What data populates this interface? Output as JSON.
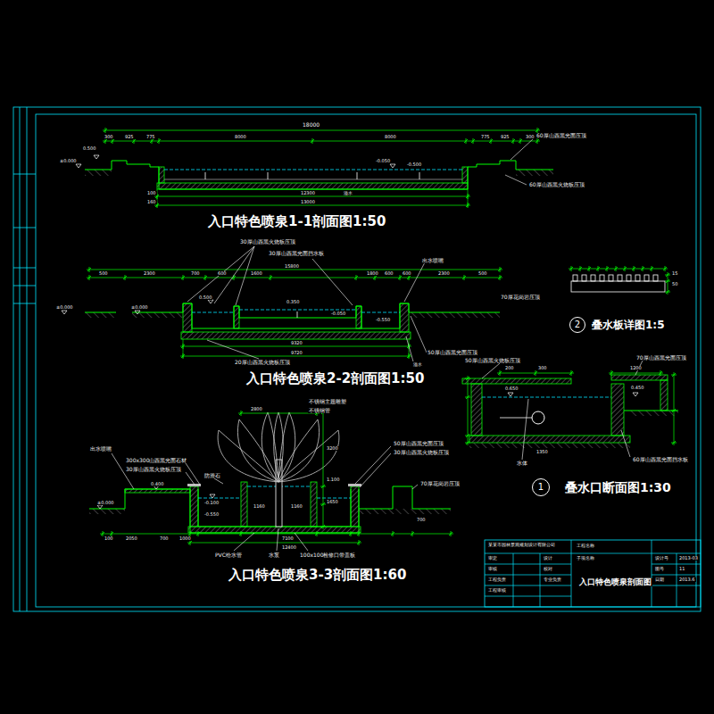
{
  "diagram": {
    "nodes": [
      {
        "text": [
          "2"
        ]
      },
      {
        "text": [
          "1"
        ]
      }
    ],
    "labels": [
      "18000",
      "300",
      "925",
      "775",
      "8000",
      "8000",
      "775",
      "925",
      "300",
      "0.500",
      "±0.000",
      "-0.050",
      "-0.500",
      "60厚山西黑光面压顶",
      "60厚山西黑火烧板压顶",
      "溢水",
      "100",
      "160",
      "12300",
      "13000",
      "入口特色喷泉1-1剖面图1:50",
      "30厚山西黑火烧板压顶",
      "30厚山西黑光面挡水板",
      "出水喷嘴",
      "15800",
      "500",
      "2300",
      "700",
      "600",
      "1600",
      "1800",
      "600",
      "600",
      "2300",
      "500",
      "±0.000",
      "±0.000",
      "0.500",
      "0.350",
      "-0.050",
      "-0.550",
      "70厚花岗岩压顶",
      "9320",
      "9720",
      "20厚山西黑火烧板压顶",
      "溢水",
      "50厚山西黑光面压顶",
      "入口特色喷泉2-2剖面图1:50",
      "不锈钢主题雕塑",
      "不锈钢管",
      "2800",
      "3200",
      "防滑石",
      "300x300山西黑光面石材",
      "30厚山西黑火烧板压顶",
      "50厚山西黑光面压顶",
      "30厚山西黑火烧板压顶",
      "出水喷嘴",
      "0.400",
      "±0.000",
      "-0.100",
      "-0.550",
      "1.100",
      "1650",
      "1160",
      "1160",
      "70厚花岗岩压顶",
      "700",
      "100",
      "2050",
      "700",
      "1000",
      "7100",
      "12400",
      "PVC给水管",
      "水泵",
      "100x100检修口带盖板",
      "入口特色喷泉3-3剖面图1:60",
      "叠水板详图1:5",
      "15",
      "50",
      "50厚山西黑火烧板压顶",
      "70厚山西黑光面压顶",
      "200",
      "300",
      "1200",
      "0.450",
      "0.650",
      "1350",
      "水体",
      "60厚山西黑光面挡水板",
      "叠水口断面图1:30",
      "某某市园林景观规划设计有限公司",
      "审定",
      "审核",
      "工程负责",
      "工程审核",
      "设计",
      "校对",
      "专业负责",
      "工程名称",
      "子项名称",
      "入口特色喷泉剖面图",
      "设计号",
      "图号",
      "日期",
      "2013-03",
      "11",
      "2013.6"
    ]
  }
}
